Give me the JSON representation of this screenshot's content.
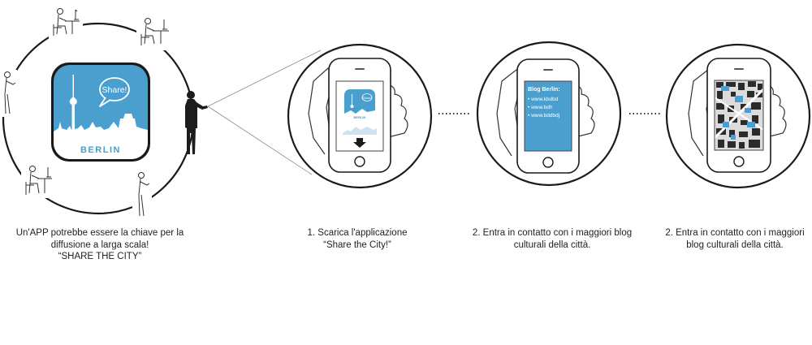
{
  "app_icon": {
    "bubble_text": "Share!",
    "city_label": "BERLIN",
    "sky_color": "#4a9fcf"
  },
  "phone_screens": {
    "mini_icon_bubble": "Share!",
    "mini_icon_label": "BERLIN",
    "blog_title": "Blog Berlin:",
    "blog_items": [
      "• www.kbdbd",
      "• www.bdh",
      "• www.bddbdj"
    ]
  },
  "captions": {
    "intro": [
      "Un'APP potrebbe essere la chiave per la",
      "diffusione a larga scala!",
      "“SHARE THE CITY”"
    ],
    "step1": [
      "1. Scarica l'applicazione",
      "“Share the City!”"
    ],
    "step2": [
      "2. Entra in contatto con i maggiori blog",
      "culturali della città."
    ],
    "step3": [
      "2. Entra in contatto con i maggiori",
      "blog culturali della città."
    ]
  },
  "colors": {
    "accent_blue": "#4a9fcf",
    "line": "#1a1a1a",
    "person": "#1c1c1c"
  }
}
